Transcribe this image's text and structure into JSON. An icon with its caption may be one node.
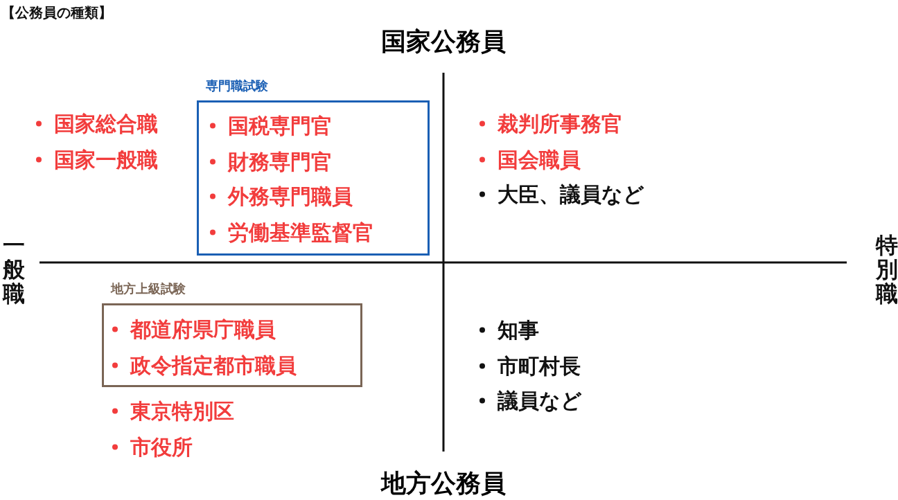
{
  "diagram": {
    "title": "【公務員の種類】",
    "nodes": [
      {
        "text": [
          "専門職試験",
          "国税専門官",
          "財務専門官",
          "外務専門職員",
          "労働基準監督官"
        ]
      },
      {
        "text": [
          "地方上級試験",
          "都道府県庁職員",
          "政令指定都市職員"
        ]
      }
    ],
    "edges": [],
    "labels": [
      "国家公務員",
      "国家総合職",
      "国家一般職",
      "裁判所事務官",
      "国会職員",
      "大臣、議員など",
      "一般職",
      "特別職",
      "知事",
      "市町村長",
      "議員など",
      "東京特別区",
      "市役所",
      "地方公務員"
    ]
  }
}
